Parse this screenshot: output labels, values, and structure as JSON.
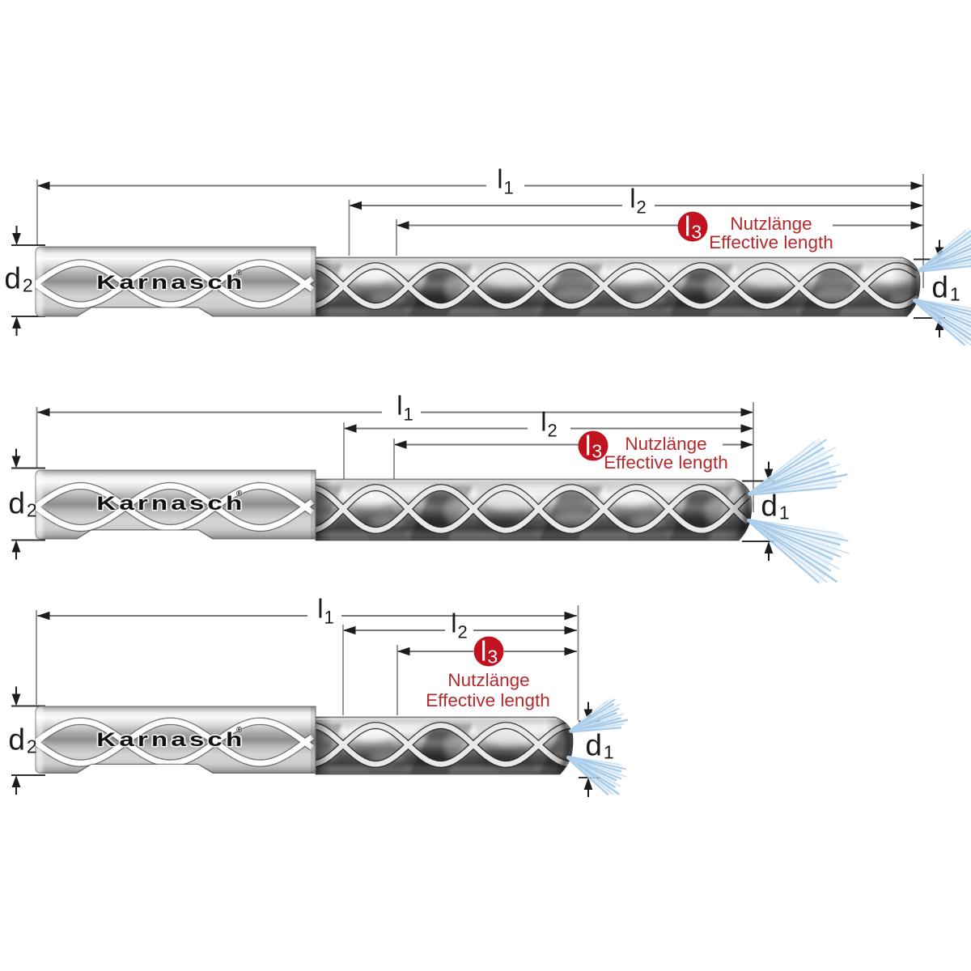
{
  "page": {
    "background": "#ffffff",
    "kind": "technical dimension diagram",
    "subject": "Three spiral drills with dimension callouts"
  },
  "brand": {
    "name": "Karnasch",
    "registered_mark": "®"
  },
  "colors": {
    "accent_red": "#c0121f",
    "annotation_red": "#b5282c",
    "spray_blue": "#a7cbe8",
    "spray_blue_light": "#c9e0f2",
    "dimension_line_gray": "#7a7a7a",
    "extension_line_gray": "#8a8a8a",
    "arrow_black": "#1c1c1c",
    "label_black": "#1b1b1b"
  },
  "labels": {
    "l1": {
      "base": "l",
      "sub": "1"
    },
    "l2": {
      "base": "l",
      "sub": "2"
    },
    "l3": {
      "base": "l",
      "sub": "3"
    },
    "d1": {
      "base": "d",
      "sub": "1"
    },
    "d2": {
      "base": "d",
      "sub": "2"
    },
    "effective_length_de": "Nutzlänge",
    "effective_length_en": "Effective length"
  },
  "drills": [
    {
      "position": "top"
    },
    {
      "position": "middle"
    },
    {
      "position": "bottom"
    }
  ]
}
